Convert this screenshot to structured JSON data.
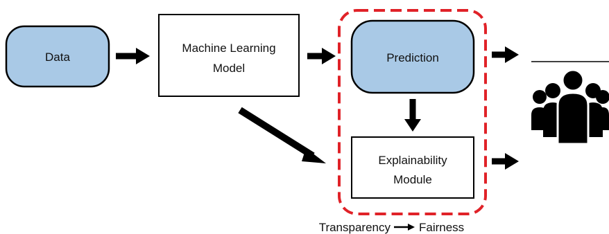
{
  "nodes": {
    "data": "Data",
    "ml_model_line1": "Machine Learning",
    "ml_model_line2": "Model",
    "prediction": "Prediction",
    "explainability_line1": "Explainability",
    "explainability_line2": "Module"
  },
  "caption": {
    "left": "Transparency",
    "right": "Fairness"
  },
  "icons": {
    "stakeholders": "group-of-people-icon"
  },
  "colors": {
    "node_fill": "#a9c9e6",
    "stroke": "#000000",
    "highlight_dash": "#e02228",
    "arrow": "#000000"
  }
}
